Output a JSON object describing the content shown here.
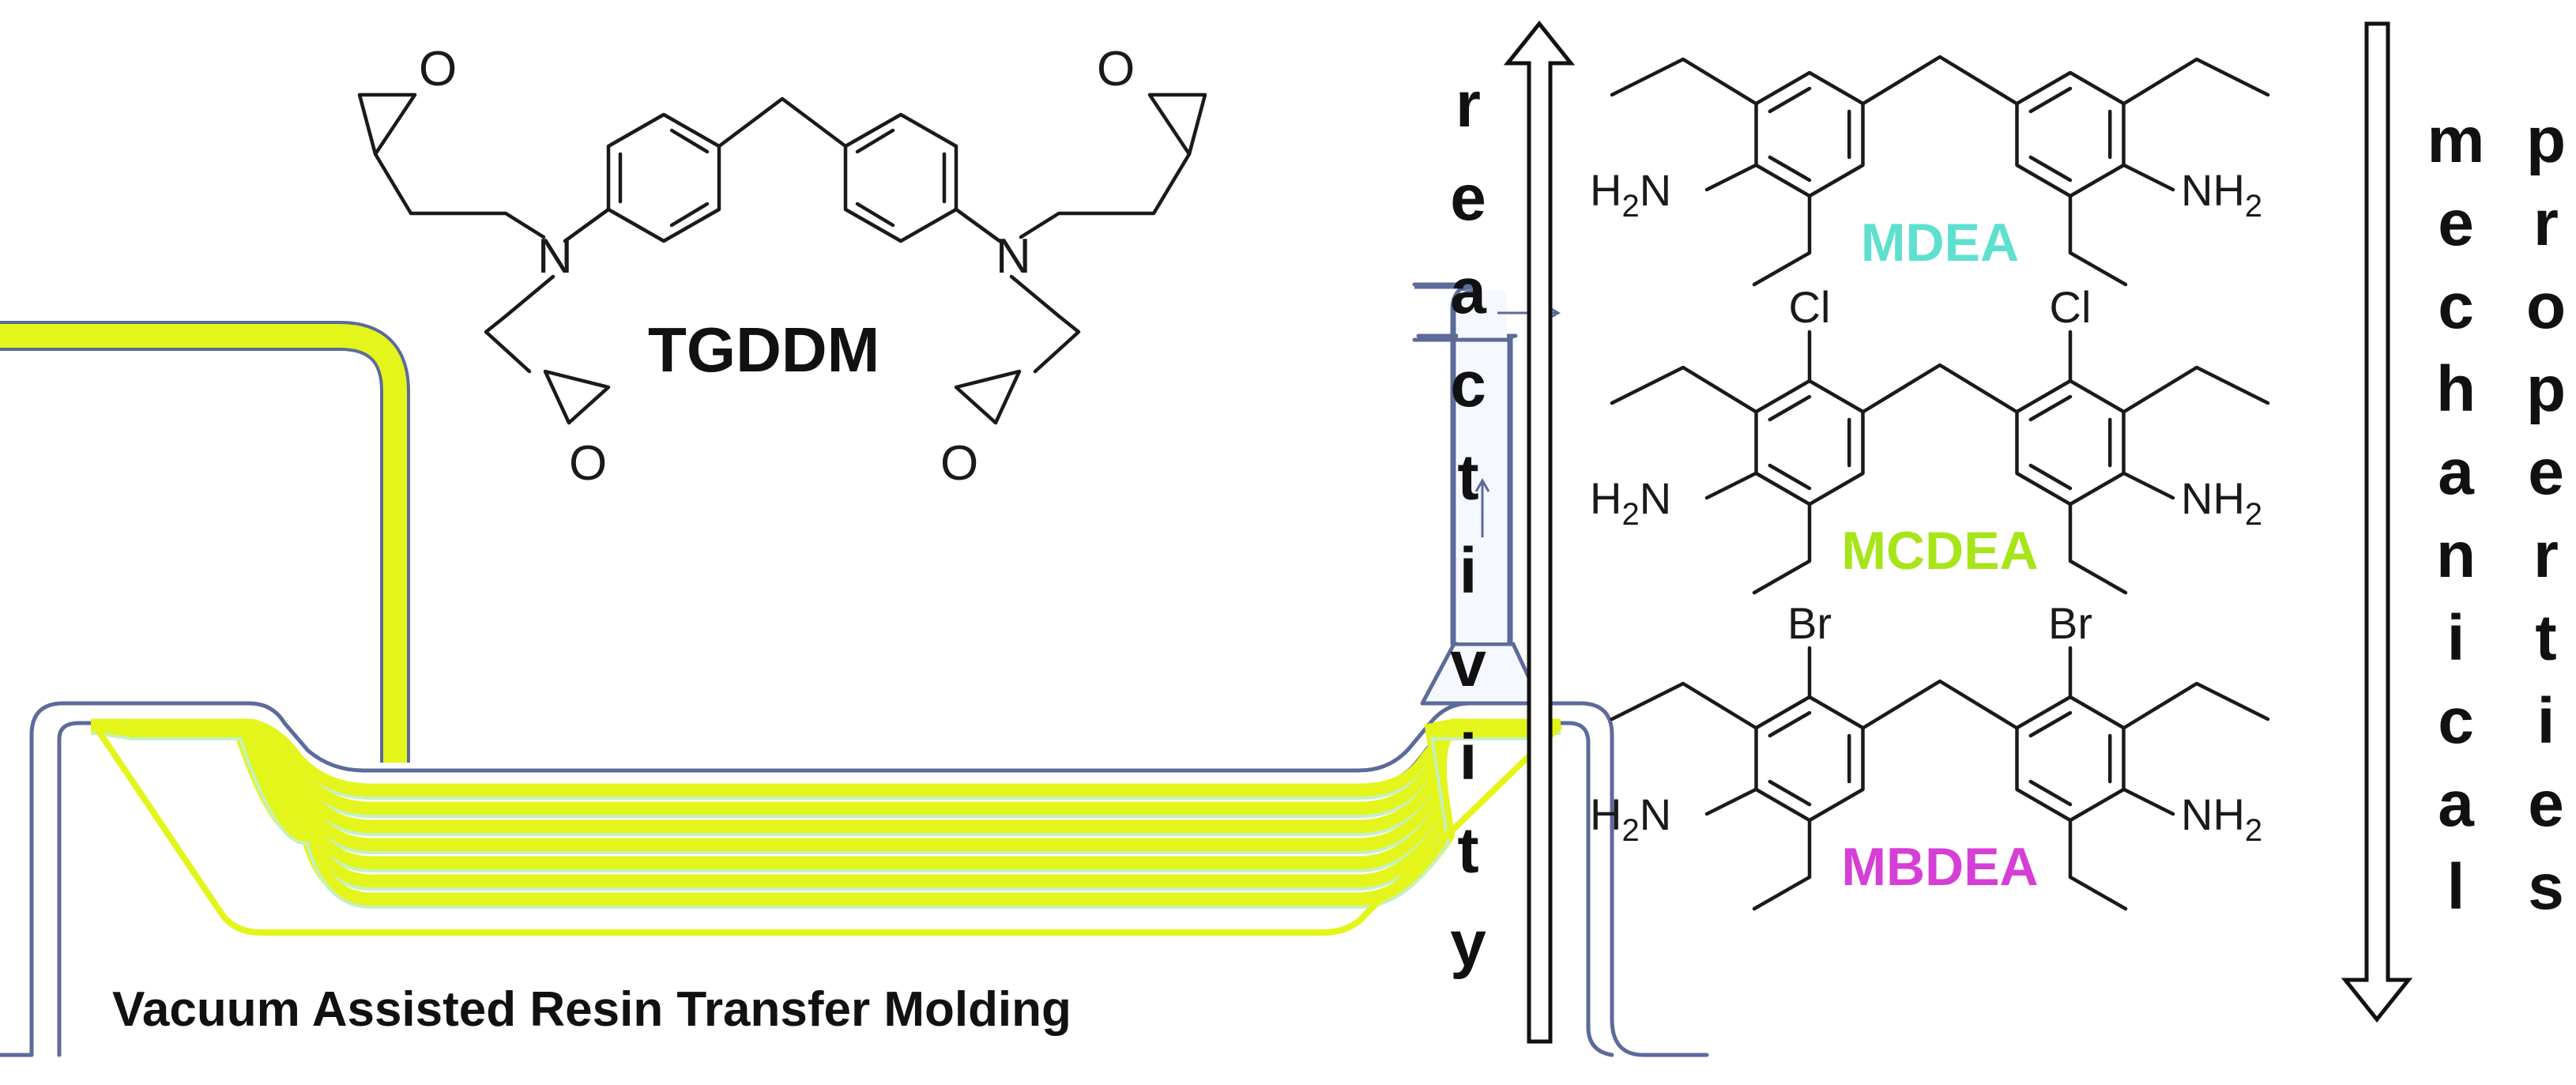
{
  "resin": {
    "name": "TGDDM",
    "atoms": {
      "nitrogen": "N",
      "oxygen": "O"
    }
  },
  "process": {
    "label": "Vacuum Assisted Resin Transfer Molding"
  },
  "left_arrow": {
    "letters": [
      "r",
      "e",
      "a",
      "c",
      "t",
      "i",
      "v",
      "i",
      "t",
      "y"
    ]
  },
  "right_arrow": {
    "word1_letters": [
      "m",
      "e",
      "c",
      "h",
      "a",
      "n",
      "i",
      "c",
      "a",
      "l"
    ],
    "word2_letters": [
      "p",
      "r",
      "o",
      "p",
      "e",
      "r",
      "t",
      "i",
      "e",
      "s"
    ]
  },
  "hardeners": [
    {
      "name": "MDEA",
      "color": "#5fe0cf",
      "substituent": ""
    },
    {
      "name": "MCDEA",
      "color": "#a8e41a",
      "substituent": "Cl"
    },
    {
      "name": "MBDEA",
      "color": "#d63fd6",
      "substituent": "Br"
    }
  ],
  "amine": {
    "left": "H",
    "left_sub": "2",
    "left_n": "N",
    "right_n": "NH",
    "right_sub": "2"
  },
  "colors": {
    "fiber_yellow": "#e4f51c",
    "fiber_stripe": "#c6f0c0",
    "mold_line": "#5c6b9a",
    "tube_fill": "#f6f8ff"
  }
}
